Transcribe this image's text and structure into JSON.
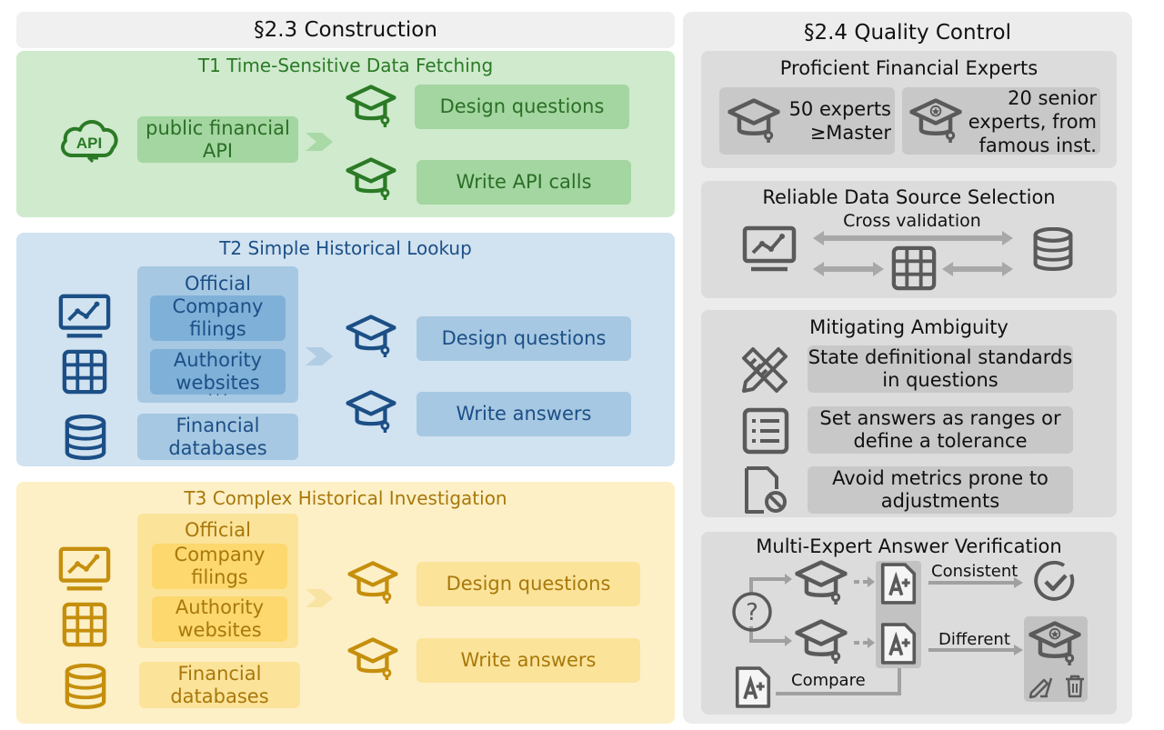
{
  "left": {
    "header": "§2.3 Construction",
    "t1": {
      "title": "T1 Time-Sensitive Data Fetching",
      "api_icon_label": "API",
      "source": "public financial API",
      "step1": "Design questions",
      "step2": "Write API calls"
    },
    "t2": {
      "title": "T2 Simple Historical Lookup",
      "official": "Official",
      "company_filings": "Company filings",
      "authority_websites": "Authority websites",
      "ellipsis": "· · ·",
      "financial_databases": "Financial databases",
      "step1": "Design questions",
      "step2": "Write answers"
    },
    "t3": {
      "title": "T3 Complex Historical Investigation",
      "official": "Official",
      "company_filings": "Company filings",
      "authority_websites": "Authority websites",
      "financial_databases": "Financial databases",
      "step1": "Design questions",
      "step2": "Write answers"
    }
  },
  "right": {
    "header": "§2.4 Quality Control",
    "experts": {
      "title": "Proficient Financial Experts",
      "a": "50 experts ≥Master",
      "b": "20 senior experts, from famous inst."
    },
    "source": {
      "title": "Reliable Data Source Selection",
      "cross": "Cross validation"
    },
    "ambiguity": {
      "title": "Mitigating Ambiguity",
      "items": [
        "State definitional standards in questions",
        "Set answers as ranges or define a tolerance",
        "Avoid metrics prone to adjustments"
      ]
    },
    "verify": {
      "title": "Multi-Expert Answer Verification",
      "consistent": "Consistent",
      "different": "Different",
      "compare": "Compare",
      "q": "?"
    }
  },
  "colors": {
    "green_bg": "#cfeacd",
    "green_pill": "#a3d6a0",
    "green_icon": "#2b7a26",
    "blue_bg": "#d1e2f0",
    "blue_pill": "#a6c8e2",
    "blue_icon": "#1c4f86",
    "yellow_bg": "#fdf0c7",
    "yellow_pill": "#fbe39a",
    "yellow_icon": "#c58f0d",
    "grey_bg": "#ececec",
    "grey_box": "#dcdcdc",
    "grey_pill": "#c8c8c8",
    "grey_icon": "#5a5a5a"
  }
}
